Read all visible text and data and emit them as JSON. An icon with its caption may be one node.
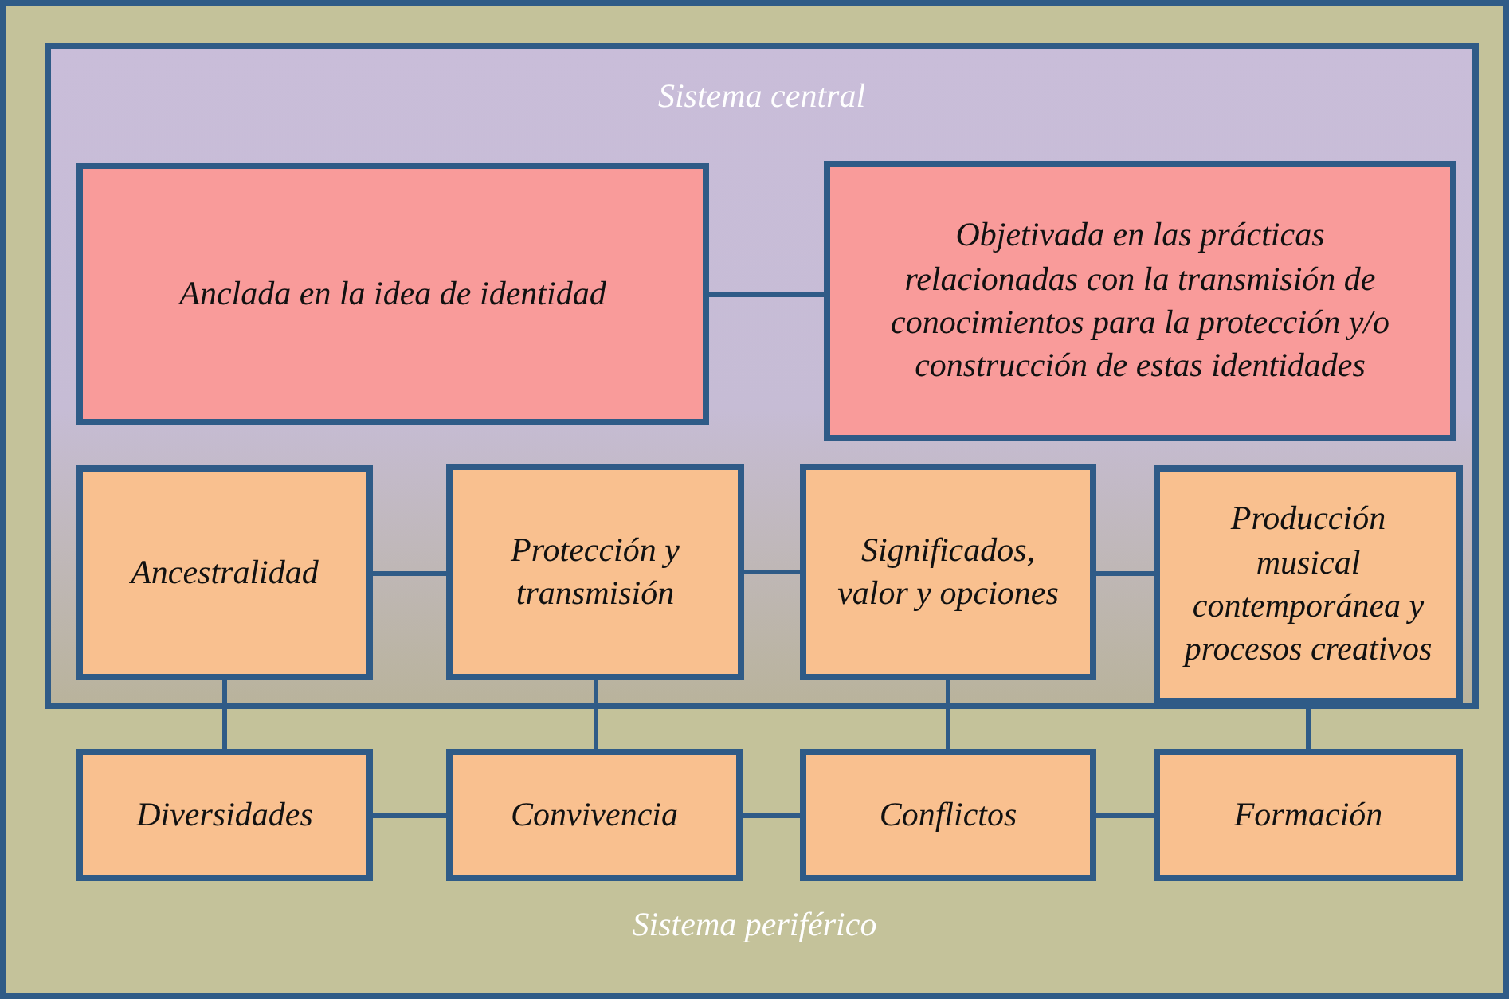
{
  "diagram": {
    "nodes": [
      {
        "text": [
          "Sistema periférico"
        ]
      },
      {
        "text": [
          "Sistema central"
        ],
        "in": 0
      },
      {
        "text": [
          "Anclada en la idea de identidad"
        ],
        "in": 1
      },
      {
        "text": [
          "Objetivada en las prácticas relacionadas con la transmisión de conocimientos para la protección y/o construcción de estas identidades"
        ],
        "in": 1
      },
      {
        "text": [
          "Ancestralidad"
        ],
        "in": 1
      },
      {
        "text": [
          "Protección y transmisión"
        ],
        "in": 1
      },
      {
        "text": [
          "Significados, valor y opciones"
        ],
        "in": 1
      },
      {
        "text": [
          "Producción musical contemporánea y procesos creativos"
        ],
        "in": 1
      },
      {
        "text": [
          "Diversidades"
        ],
        "in": 0
      },
      {
        "text": [
          "Convivencia"
        ],
        "in": 0
      },
      {
        "text": [
          "Conflictos"
        ],
        "in": 0
      },
      {
        "text": [
          "Formación"
        ],
        "in": 0
      }
    ],
    "edges": [
      {
        "from": 2,
        "to": 3,
        "arrow": "none"
      },
      {
        "from": 4,
        "to": 5,
        "arrow": "none"
      },
      {
        "from": 5,
        "to": 6,
        "arrow": "none"
      },
      {
        "from": 6,
        "to": 7,
        "arrow": "none"
      },
      {
        "from": 4,
        "to": 8,
        "arrow": "none"
      },
      {
        "from": 5,
        "to": 9,
        "arrow": "none"
      },
      {
        "from": 6,
        "to": 10,
        "arrow": "none"
      },
      {
        "from": 7,
        "to": 11,
        "arrow": "none"
      },
      {
        "from": 8,
        "to": 9,
        "arrow": "none"
      },
      {
        "from": 9,
        "to": 10,
        "arrow": "none"
      },
      {
        "from": 10,
        "to": 11,
        "arrow": "none"
      }
    ]
  }
}
